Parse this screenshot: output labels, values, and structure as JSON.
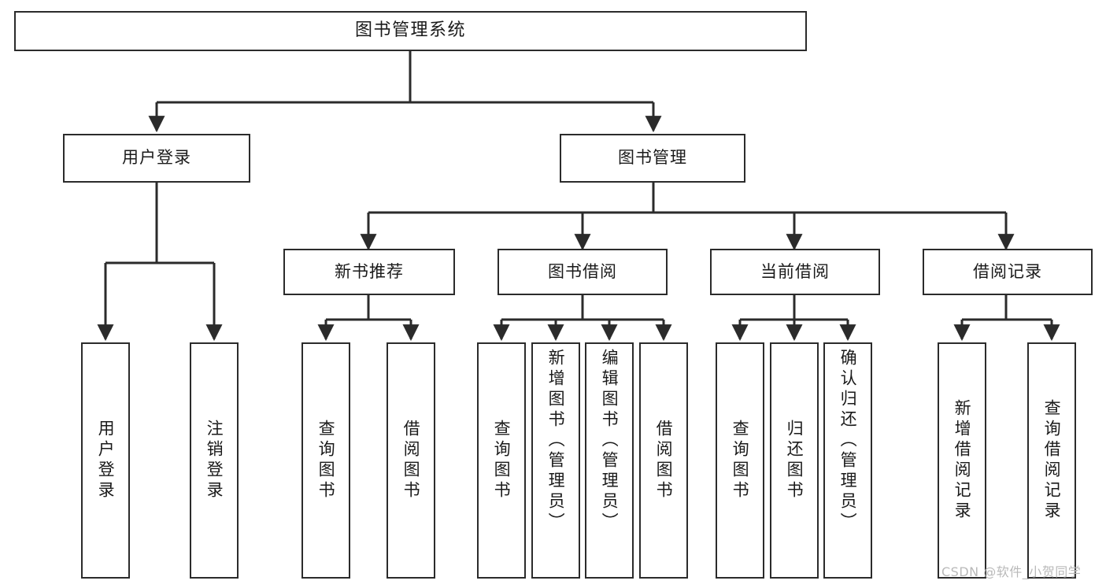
{
  "diagram": {
    "title": "图书管理系统",
    "type": "tree",
    "root": {
      "label": "图书管理系统"
    },
    "level2": [
      {
        "id": "user-login",
        "label": "用户登录"
      },
      {
        "id": "book-manage",
        "label": "图书管理"
      }
    ],
    "level3": [
      {
        "id": "new-book-recommend",
        "label": "新书推荐"
      },
      {
        "id": "book-borrow",
        "label": "图书借阅"
      },
      {
        "id": "current-borrow",
        "label": "当前借阅"
      },
      {
        "id": "borrow-record",
        "label": "借阅记录"
      }
    ],
    "leaves": [
      {
        "id": "leaf-user-login",
        "label": "用户登录",
        "parent": "user-login"
      },
      {
        "id": "leaf-logout-login",
        "label": "注销登录",
        "parent": "user-login"
      },
      {
        "id": "leaf-query-book-1",
        "label": "查询图书",
        "parent": "new-book-recommend"
      },
      {
        "id": "leaf-borrow-book-1",
        "label": "借阅图书",
        "parent": "new-book-recommend"
      },
      {
        "id": "leaf-query-book-2",
        "label": "查询图书",
        "parent": "book-borrow"
      },
      {
        "id": "leaf-add-book",
        "label": "新增图书（管理员）",
        "parent": "book-borrow"
      },
      {
        "id": "leaf-edit-book",
        "label": "编辑图书（管理员）",
        "parent": "book-borrow"
      },
      {
        "id": "leaf-borrow-book-2",
        "label": "借阅图书",
        "parent": "book-borrow"
      },
      {
        "id": "leaf-query-book-3",
        "label": "查询图书",
        "parent": "current-borrow"
      },
      {
        "id": "leaf-return-book",
        "label": "归还图书",
        "parent": "current-borrow"
      },
      {
        "id": "leaf-confirm-return",
        "label": "确认归还（管理员）",
        "parent": "current-borrow"
      },
      {
        "id": "leaf-add-borrow-record",
        "label": "新增借阅记录",
        "parent": "borrow-record"
      },
      {
        "id": "leaf-query-borrow-record",
        "label": "查询借阅记录",
        "parent": "borrow-record"
      }
    ],
    "colors": {
      "stroke": "#2b2b2b",
      "background": "#ffffff",
      "text": "#1a1a1a",
      "watermark": "#b9b9b9"
    }
  },
  "watermark": {
    "text": "CSDN @软件_小贺同学"
  }
}
